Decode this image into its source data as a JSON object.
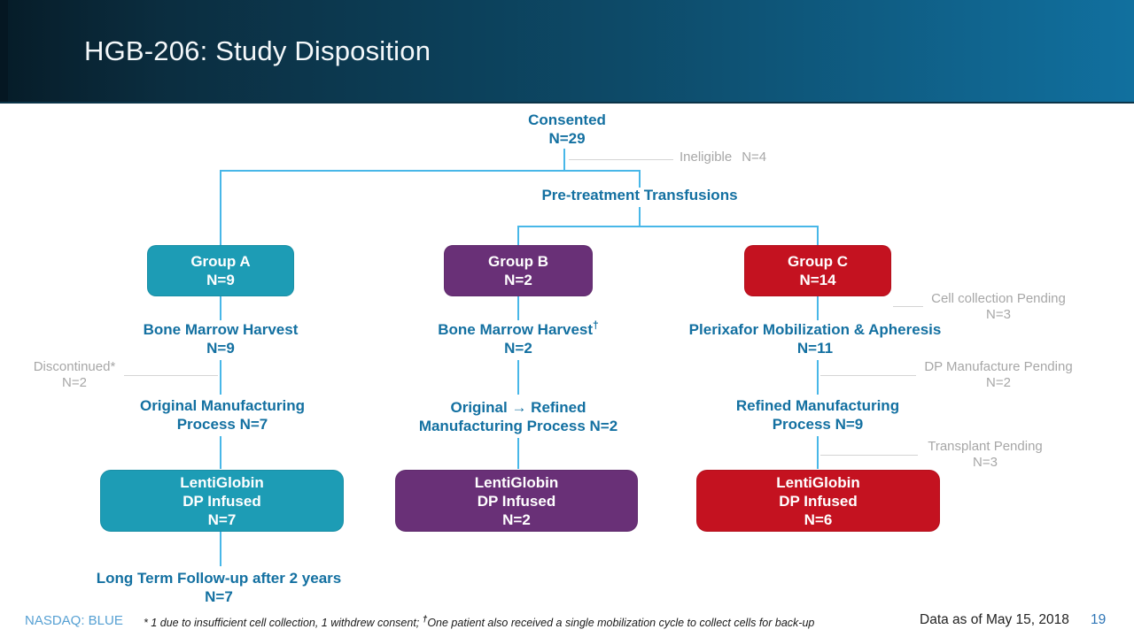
{
  "slide": {
    "title": "HGB-206: Study Disposition",
    "page_number": "19",
    "footer": {
      "ticker": "NASDAQ: BLUE",
      "footnote_part1": "* 1 due to insufficient cell collection, 1 withdrew consent; ",
      "footnote_dagger": "†",
      "footnote_part2": "One patient also received a single mobilization cycle to collect cells for back-up",
      "data_as_of": "Data as of May 15, 2018"
    }
  },
  "flowchart": {
    "consented": {
      "line1": "Consented",
      "line2": "N=29"
    },
    "ineligible": {
      "label": "Ineligible",
      "n": "N=4"
    },
    "pretreatment": "Pre-treatment Transfusions",
    "groups": [
      {
        "name": "Group A",
        "n": "N=9"
      },
      {
        "name": "Group B",
        "n": "N=2"
      },
      {
        "name": "Group C",
        "n": "N=14"
      }
    ],
    "harvest": [
      {
        "line1": "Bone Marrow Harvest",
        "sup": "",
        "line2": "N=9"
      },
      {
        "line1": "Bone Marrow Harvest",
        "sup": "†",
        "line2": "N=2"
      },
      {
        "line1": "Plerixafor Mobilization & Apheresis",
        "sup": "",
        "line2": "N=11"
      }
    ],
    "manufacturing": [
      {
        "line1": "Original Manufacturing",
        "line2": "Process N=7"
      },
      {
        "line1": "Original → Refined",
        "line2": "Manufacturing Process N=2"
      },
      {
        "line1": "Refined Manufacturing",
        "line2": "Process N=9"
      }
    ],
    "infused": [
      {
        "line1": "LentiGlobin",
        "line2": "DP Infused",
        "line3": "N=7"
      },
      {
        "line1": "LentiGlobin",
        "line2": "DP Infused",
        "line3": "N=2"
      },
      {
        "line1": "LentiGlobin",
        "line2": "DP Infused",
        "line3": "N=6"
      }
    ],
    "followup": {
      "line1": "Long Term Follow-up after 2 years",
      "line2": "N=7"
    },
    "discontinued": {
      "line1": "Discontinued*",
      "line2": "N=2"
    },
    "pending": [
      {
        "line1": "Cell collection Pending",
        "line2": "N=3"
      },
      {
        "line1": "DP Manufacture Pending",
        "line2": "N=2"
      },
      {
        "line1": "Transplant Pending",
        "line2": "N=3"
      }
    ]
  },
  "colors": {
    "header_gradient_start": "#061C28",
    "header_gradient_end": "#11709F",
    "connector_blue": "#48B7E8",
    "heading_text": "#1370A1",
    "gray_text": "#A7A7A7",
    "group_a": "#1D9CB5",
    "group_b": "#693077",
    "group_c": "#C41220",
    "ticker_blue": "#56A0D3",
    "page_number_blue": "#2E75B6"
  }
}
